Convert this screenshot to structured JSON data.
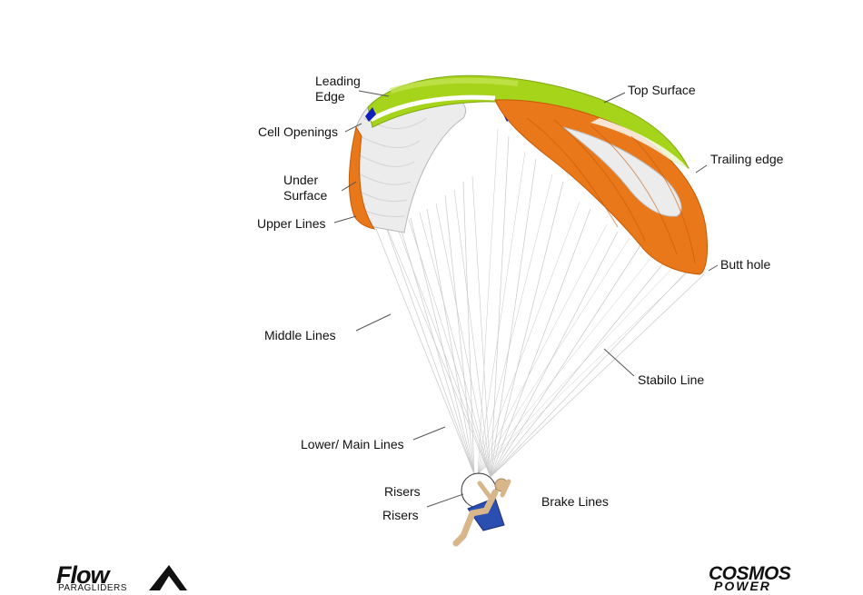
{
  "colors": {
    "top_surface": "#a6d41a",
    "top_surface_light": "#c8e65a",
    "orange": "#e8781a",
    "orange_dark": "#c65a08",
    "blue_band": "#1020b8",
    "under_surface": "#ececec",
    "lines": "#c8c8c8",
    "pilot_skin": "#d9b58a",
    "harness": "#2a4fb0"
  },
  "labels": {
    "leading_edge": "Leading\nEdge",
    "cell_openings": "Cell Openings",
    "under_surface": "Under\nSurface",
    "upper_lines": "Upper Lines",
    "middle_lines": "Middle Lines",
    "lower_main_lines": "Lower/ Main Lines",
    "risers_1": "Risers",
    "risers_2": "Risers",
    "brake_lines": "Brake Lines",
    "top_surface": "Top Surface",
    "trailing_edge": "Trailing edge",
    "butt_hole": "Butt hole",
    "stabilo_line": "Stabilo Line"
  },
  "logos": {
    "flow_word": "Flow",
    "flow_sub": "PARAGLIDERS",
    "cosmos_word": "COSMOS",
    "power_word": "POWER"
  }
}
